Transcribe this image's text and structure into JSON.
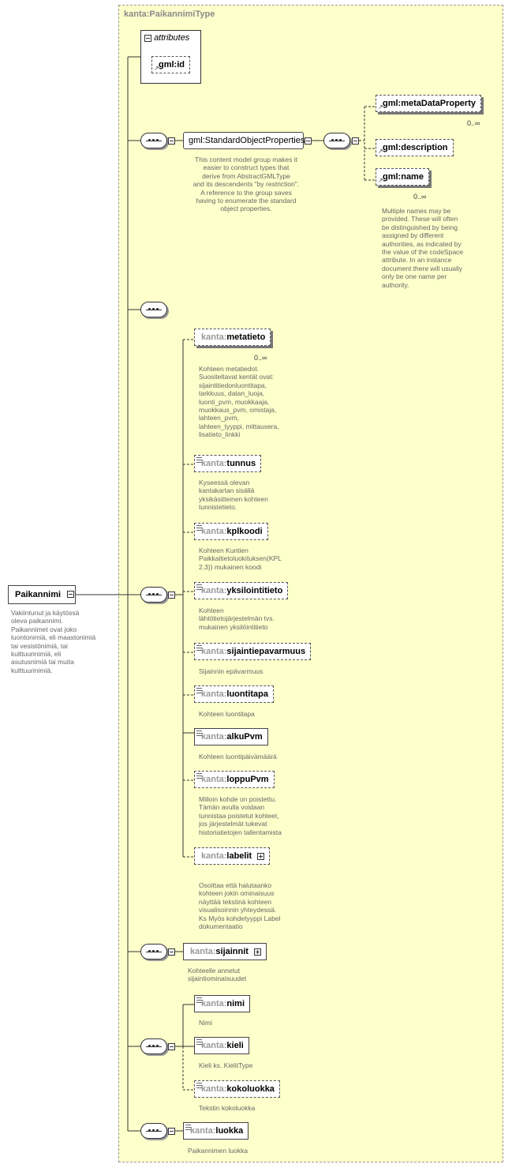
{
  "type_title": "kanta:PaikannimiType",
  "attributes_label": "attributes",
  "attributes": [
    {
      "label": "gml:id"
    }
  ],
  "root": {
    "label": "Paikannimi",
    "note": [
      "Vakiintunut ja käytössä",
      "oleva paikannimi.",
      "Paikannimet ovat joko",
      "luontonimiä, eli maastonimiä",
      "tai vesistönimiä, tai",
      "kulttuurinimiä, eli",
      "asutusnimiä tai muita",
      "kulttuurinimiä."
    ]
  },
  "group": {
    "label": "gml:StandardObjectProperties",
    "note": [
      "This content model group makes it",
      "easier to construct types that",
      "derive from AbstractGMLType",
      "and its descendents \"by restriction\".",
      "A reference to the group saves",
      "having to enumerate the standard",
      "object properties."
    ]
  },
  "gml_elements": [
    {
      "label": "gml:metaDataProperty",
      "card": "0..∞"
    },
    {
      "label": "gml:description",
      "card": ""
    },
    {
      "label": "gml:name",
      "card": "0..∞"
    }
  ],
  "gml_name_note": [
    "Multiple names may be",
    "provided.  These will often",
    "be distinguished by being",
    "assigned by different",
    "authorities, as indicated by",
    "the value of the codeSpace",
    "attribute.  In an instance",
    "document there will usually",
    "only be one name per",
    "authority."
  ],
  "kanta_elements": [
    {
      "ns": "kanta:",
      "name": "metatieto",
      "card": "0..∞",
      "note": [
        "Kohteen metatiedot.",
        "Suositeltavat kentät ovat:",
        "sijaintitiedonluontitapa,",
        "tarkkuus, datan_luoja,",
        "luonti_pvm, muokkaaja,",
        "muokkaus_pvm, omistaja,",
        "lahteen_pvm,",
        "lahteen_tyyppi, mittausera,",
        "lisatieto_linkki"
      ]
    },
    {
      "ns": "kanta:",
      "name": "tunnus",
      "card": "",
      "note": [
        "Kyseessä olevan",
        "kantakartan sisällä",
        "yksikäsitteinen kohteen",
        "tunnistetieto."
      ]
    },
    {
      "ns": "kanta:",
      "name": "kplkoodi",
      "card": "",
      "note": [
        "Kohteen Kuntien",
        "Paikkaitietoluokituksen(KPL",
        "2.3)) mukainen koodi"
      ]
    },
    {
      "ns": "kanta:",
      "name": "yksilointitieto",
      "card": "",
      "note": [
        "Kohteen",
        "lähtötietojärjestelmän  tvs.",
        "mukainen yksilöintitieto"
      ]
    },
    {
      "ns": "kanta:",
      "name": "sijaintiepavarmuus",
      "card": "",
      "note": [
        "Sijainnin epävarmuus"
      ]
    },
    {
      "ns": "kanta:",
      "name": "luontitapa",
      "card": "",
      "note": [
        "Kohteen luontitapa"
      ]
    },
    {
      "ns": "kanta:",
      "name": "alkuPvm",
      "card": "",
      "note": [
        "Kohteen luontipäivämäärä"
      ]
    },
    {
      "ns": "kanta:",
      "name": "loppuPvm",
      "card": "",
      "note": [
        "Milloin kohde on poistettu.",
        "Tämän avulla voidaan",
        "tunnistaa poistetut kohteet,",
        "jos järjestelmät tukevat",
        "historiatietojen tallentamista"
      ]
    },
    {
      "ns": "kanta:",
      "name": "labelit",
      "card": "",
      "note": [
        "Osoittaa että halutaanko",
        "kohteen jokin ominaisuus",
        "näyttää tekstinä kohteen",
        "visualisoinnin yhteydessä.",
        "Ks Myös kohdetyyppi Label",
        "dokumentaatio"
      ]
    }
  ],
  "sijainnit": {
    "ns": "kanta:",
    "name": "sijainnit",
    "note": [
      "Kohteelle annetut",
      "sijaintiominaisuudet"
    ]
  },
  "name_elements": [
    {
      "ns": "kanta:",
      "name": "nimi",
      "note": [
        "Nimi"
      ]
    },
    {
      "ns": "kanta:",
      "name": "kieli",
      "note": [
        "Kieli ks. KielitType"
      ]
    },
    {
      "ns": "kanta:",
      "name": "kokoluokka",
      "note": [
        "Tekstin kokoluokka"
      ]
    }
  ],
  "luokka": {
    "ns": "kanta:",
    "name": "luokka",
    "note": [
      "Paikannimen luokka"
    ]
  }
}
